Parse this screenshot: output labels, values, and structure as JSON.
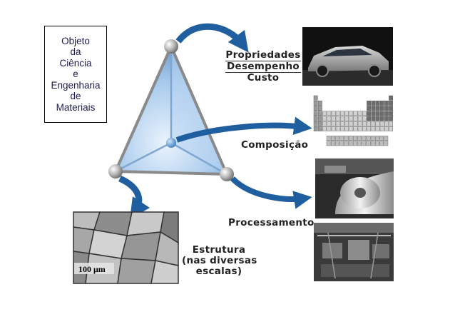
{
  "concept_box": {
    "lines": [
      "Objeto",
      "da",
      "Ciência",
      "e",
      "Engenharia",
      "de",
      "Materiais"
    ]
  },
  "labels": {
    "properties": [
      "Propriedades",
      "Desempenho",
      "Custo"
    ],
    "composition": "Composição",
    "processing": "Processamento",
    "structure": [
      "Estrutura",
      "(nas diversas",
      "escalas)"
    ]
  },
  "micrograph": {
    "scale_text": "100 μm"
  },
  "colors": {
    "arrow": "#1f5fa0",
    "tetrahedron_face": "#9cc3ea",
    "tetrahedron_edge": "#8a8a8a",
    "concept_text": "#1b1b50"
  }
}
